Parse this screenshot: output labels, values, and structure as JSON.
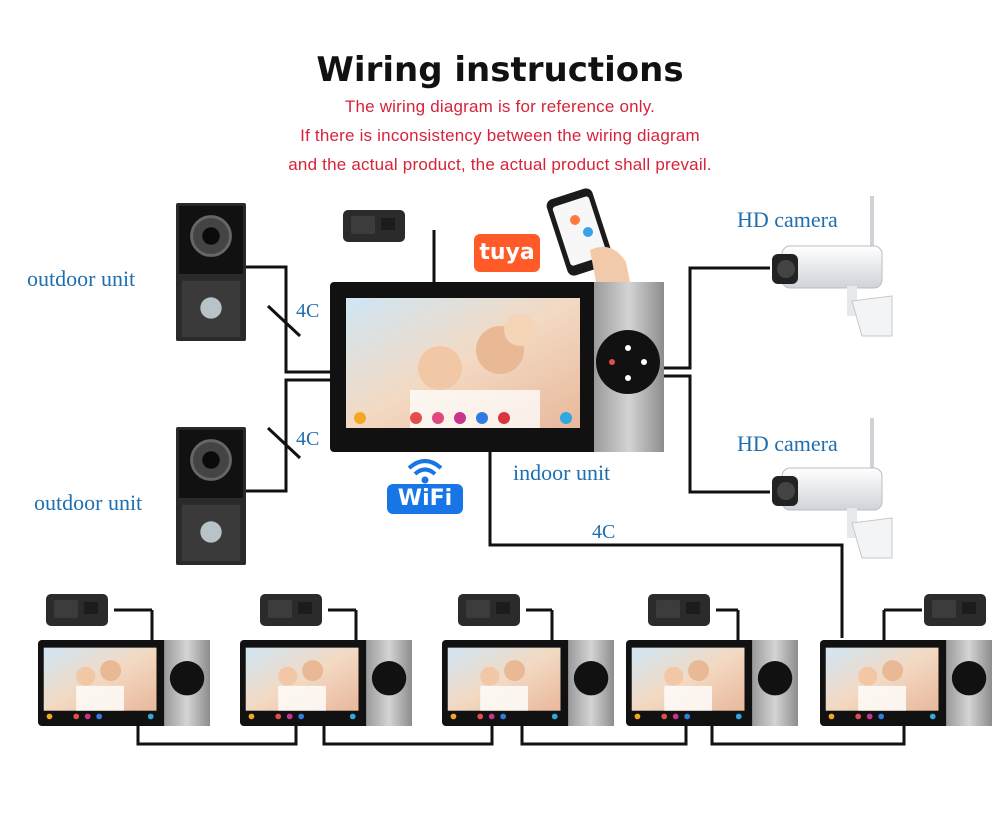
{
  "title": "Wiring instructions",
  "notes": [
    "The wiring diagram is for reference only.",
    "If there is inconsistency between the wiring diagram",
    "and the actual product, the actual product shall prevail."
  ],
  "labels": {
    "outdoor_unit_1": "outdoor unit",
    "outdoor_unit_2": "outdoor unit",
    "hd_camera_1": "HD camera",
    "hd_camera_2": "HD camera",
    "indoor_unit": "indoor unit",
    "cable_4c_1": "4C",
    "cable_4c_2": "4C",
    "cable_4c_3": "4C"
  },
  "badges": {
    "tuya": "tuya",
    "wifi": "WiFi"
  },
  "colors": {
    "title": "#111111",
    "note_red": "#d7223a",
    "label_blue": "#1f6fb0",
    "wire": "#111111",
    "tuya_orange": "#ff5a28",
    "wifi_blue": "#1775e6"
  }
}
